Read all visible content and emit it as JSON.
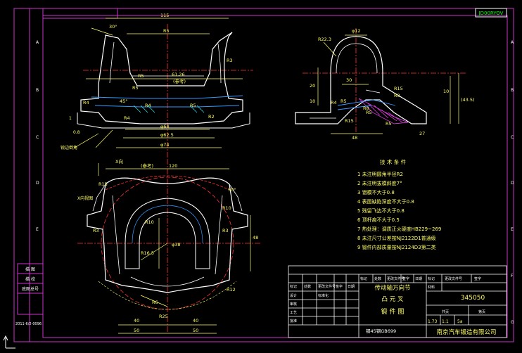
{
  "frame": {
    "code_box": "JD00RYOV",
    "side_letters": [
      "A",
      "B",
      "C",
      "D",
      "E",
      "F",
      "G"
    ],
    "left_margin_labels": [
      "描 图",
      "描 校",
      "底图总号"
    ],
    "bottom_left_text": "2011-6/2-0096"
  },
  "front_view": {
    "dims": [
      "115",
      "30°",
      "R5",
      "R5",
      "61.26",
      "(参考)",
      "R3",
      "R5",
      "R4",
      "45°",
      "R4",
      "R5",
      "R2",
      "R4",
      "φ62.5",
      "φ74",
      "φ64"
    ],
    "labels": [
      "1",
      "0.8",
      "锐边倒角"
    ]
  },
  "side_view": {
    "dims": [
      "R22.3",
      "φ12",
      "30",
      "20",
      "10",
      "R15",
      "R3",
      "R4",
      "R5",
      "R15",
      "R5",
      "R5",
      "48",
      "(43.5)",
      "27",
      "10",
      "R8"
    ]
  },
  "plan_view": {
    "dims": [
      "X向",
      "(参考)",
      "120",
      "R15",
      "50°",
      "R10",
      "R3",
      "R10",
      "R3",
      "R16.5",
      "φ38",
      "R12",
      "R6",
      "40",
      "R25",
      "40",
      "50",
      "50",
      "48"
    ],
    "labels": [
      "X向视图"
    ]
  },
  "tech": {
    "title": "技 术 条 件",
    "items": [
      "1  未注明圆角半径R2",
      "2  未注明拔模斜度7°",
      "3  错模不大于0.8",
      "4  表面缺陷深度不大于0.8",
      "5  残留飞边不大于0.8",
      "6  顶杆痕不大于0.5",
      "7  热处理：调质正火硬度HB229~269",
      "8  未注尺寸公差按NJ2122D1普通级",
      "9  锻件内部质量按NJ2124D3第二类"
    ]
  },
  "title_block": {
    "part_line1": "传动轴万向节",
    "part_line2": "凸  元  叉",
    "part_line3": "锻  件  图",
    "drawing_no": "345050",
    "material": "钢45钢GB699",
    "company": "南京汽车锻造有限公司",
    "scale": "1:1",
    "sheet": "5a",
    "weight": "1.73",
    "rev_header": [
      "标记",
      "处数",
      "更改文件号",
      "签字",
      "日期"
    ],
    "cells": [
      "设计",
      "审核",
      "工艺",
      "批准",
      "标准化",
      "共页",
      "第页",
      "材料"
    ]
  }
}
